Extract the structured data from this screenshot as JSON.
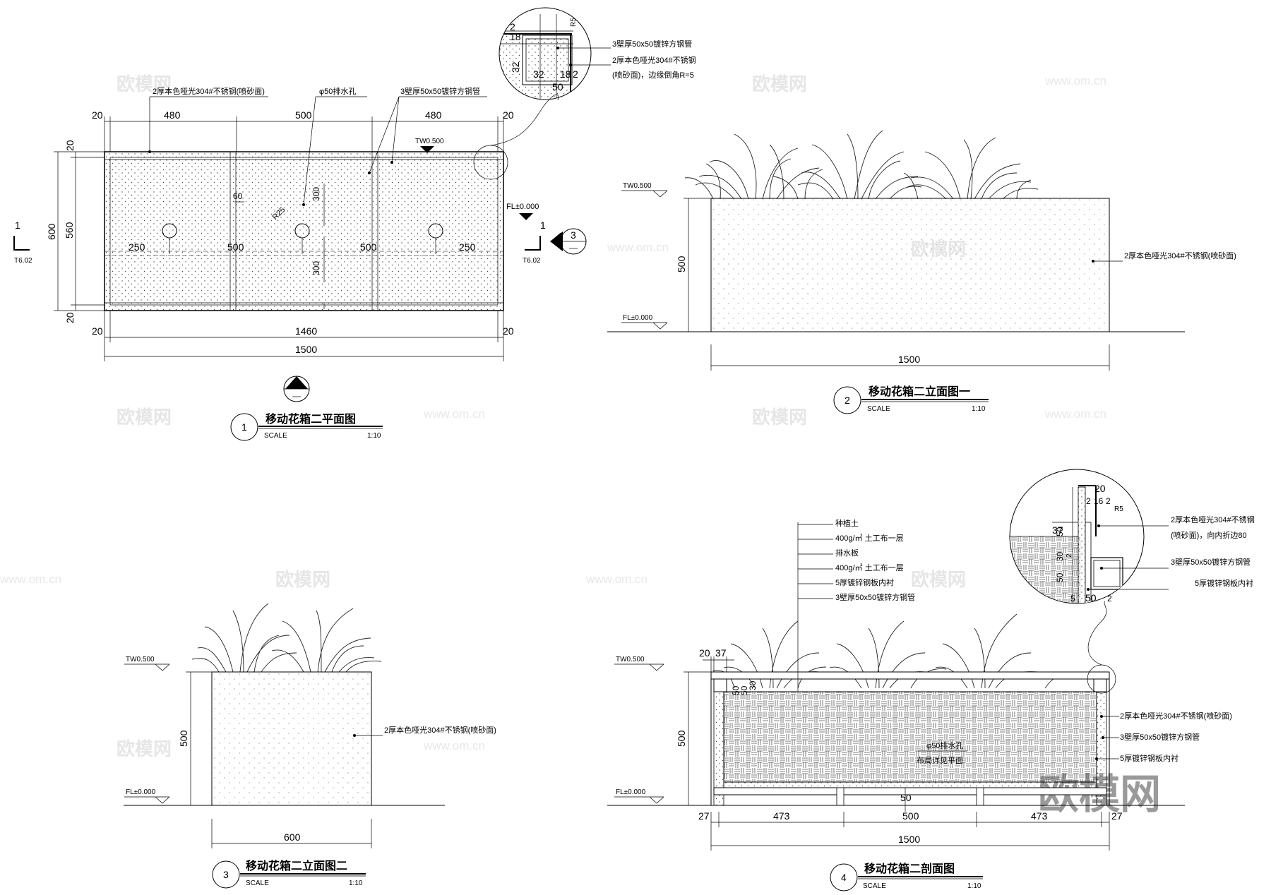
{
  "watermark": {
    "text": "欧模网",
    "url": "www.om.cn"
  },
  "colors": {
    "line": "#000000",
    "background": "#ffffff",
    "watermark_light": "#e6e6e6",
    "watermark_dark": "#9a9a9a"
  },
  "common": {
    "tw": "TW0.500",
    "fl": "FL±0.000",
    "scale_label": "SCALE",
    "scale_value": "1:10",
    "ref_sheet": "T6.02",
    "mark_1": "1",
    "mark_2": "2",
    "mark_3": "3"
  },
  "drawing1": {
    "number": "1",
    "title": "移动花箱二平面图",
    "notes": {
      "steel": "2厚本色哑光304#不锈钢(喷砂面)",
      "drain": "φ50排水孔",
      "pipe": "3壁厚50x50镀锌方钢管"
    },
    "dims_top": [
      "20",
      "480",
      "500",
      "480",
      "20"
    ],
    "dims_bottom": [
      "20",
      "1460",
      "20"
    ],
    "dim_total": "1500",
    "dims_left": [
      "20",
      "600",
      "560",
      "20"
    ],
    "inner": {
      "d60": "60",
      "r25": "R25",
      "d300a": "300",
      "d300b": "300",
      "d250a": "250",
      "d500a": "500",
      "d500b": "500",
      "d250b": "250"
    }
  },
  "detail_top": {
    "dims": [
      "18",
      "2",
      "R5",
      "32",
      "32",
      "18",
      "2",
      "50"
    ],
    "note1": "3壁厚50x50镀锌方钢管",
    "note2": "2厚本色哑光304#不锈钢",
    "note3": "(喷砂面)，边缘倒角R=5"
  },
  "drawing2": {
    "number": "2",
    "title": "移动花箱二立面图一",
    "height": "500",
    "width": "1500",
    "note": "2厚本色哑光304#不锈钢(喷砂面)"
  },
  "drawing3": {
    "number": "3",
    "title": "移动花箱二立面图二",
    "height": "500",
    "width": "600",
    "note": "2厚本色哑光304#不锈钢(喷砂面)"
  },
  "drawing4": {
    "number": "4",
    "title": "移动花箱二剖面图",
    "layers": [
      "种植土",
      "400g/㎡ 土工布一层",
      "排水板",
      "400g/㎡ 土工布一层",
      "5厚镀锌钢板内衬",
      "3壁厚50x50镀锌方钢管"
    ],
    "notes_right": [
      "2厚本色哑光304#不锈钢(喷砂面)",
      "3壁厚50x50镀锌方钢管",
      "5厚镀锌钢板内衬"
    ],
    "drain_note1": "φ50排水孔",
    "drain_note2": "布局详见平面",
    "height": "500",
    "dims_top": [
      "20",
      "37"
    ],
    "dims_side": [
      "50",
      "50",
      "30"
    ],
    "dims_bottom": [
      "27",
      "473",
      "500",
      "473",
      "27"
    ],
    "d50": "50",
    "width": "1500"
  },
  "detail_bottom": {
    "dims": [
      "20",
      "2",
      "16",
      "2",
      "R5",
      "50",
      "37",
      "30",
      "2",
      "50",
      "5",
      "50",
      "2"
    ],
    "note1": "2厚本色哑光304#不锈钢",
    "note2": "(喷砂面)，向内折边80",
    "note3": "3壁厚50x50镀锌方钢管",
    "note4": "5厚镀锌钢板内衬"
  }
}
